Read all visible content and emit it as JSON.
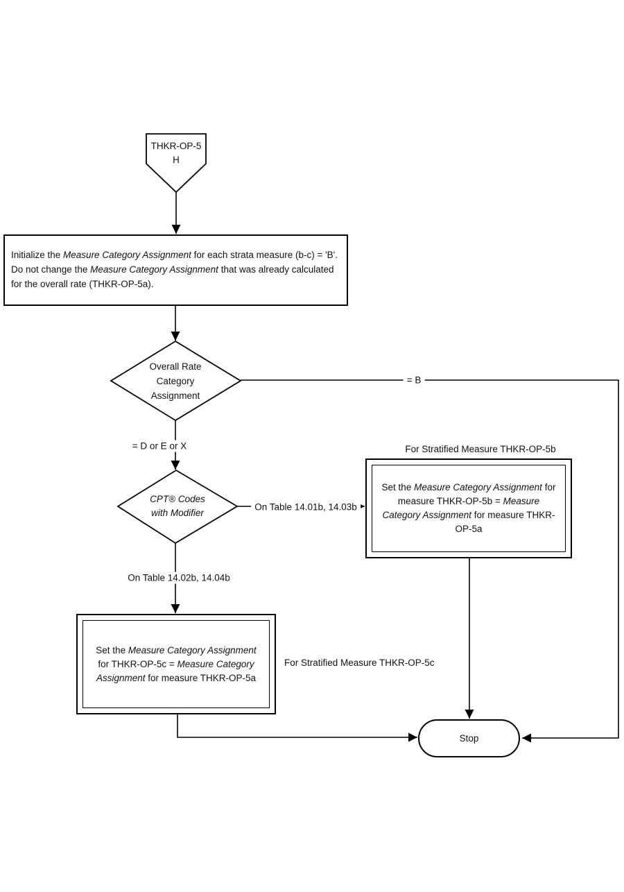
{
  "diagram": {
    "connector": {
      "line1": "THKR-OP-5",
      "line2": "H"
    },
    "init_box": {
      "segments": [
        {
          "t": "Initialize the ",
          "i": false
        },
        {
          "t": "Measure Category Assignment",
          "i": true
        },
        {
          "t": " for each strata measure (b-c) = 'B'. Do not change the ",
          "i": false
        },
        {
          "t": "Measure Category Assignment",
          "i": true
        },
        {
          "t": " that was already calculated for the overall rate (THKR-OP-5a).",
          "i": false
        }
      ]
    },
    "decision_overall_rate": {
      "line1": "Overall Rate",
      "line2": "Category",
      "line3": "Assignment"
    },
    "decision_cpt": {
      "line1": "CPT® Codes",
      "line2": "with Modifier"
    },
    "edge_labels": {
      "equals_b": "= B",
      "equals_d_e_x": "= D or  E or X",
      "table_b": "On Table 14.01b, 14.03b",
      "table_c": "On Table 14.02b, 14.04b"
    },
    "box_5b": {
      "title": "For Stratified Measure THKR-OP-5b",
      "segments": [
        {
          "t": "Set the ",
          "i": false
        },
        {
          "t": "Measure Category Assignment",
          "i": true
        },
        {
          "t": " for measure THKR-OP-5b = ",
          "i": false
        },
        {
          "t": "Measure Category Assignment",
          "i": true
        },
        {
          "t": " for measure  THKR-OP-5a",
          "i": false
        }
      ]
    },
    "box_5c": {
      "side_label": "For Stratified Measure THKR-OP-5c",
      "segments": [
        {
          "t": "Set the ",
          "i": false
        },
        {
          "t": "Measure Category Assignment",
          "i": true
        },
        {
          "t": " for THKR-OP-5c =  ",
          "i": false
        },
        {
          "t": "Measure Category Assignment",
          "i": true
        },
        {
          "t": " for measure THKR-OP-5a",
          "i": false
        }
      ]
    },
    "stop": {
      "label": "Stop"
    },
    "colors": {
      "line": "#000000",
      "background": "#ffffff",
      "text": "#111111"
    }
  }
}
